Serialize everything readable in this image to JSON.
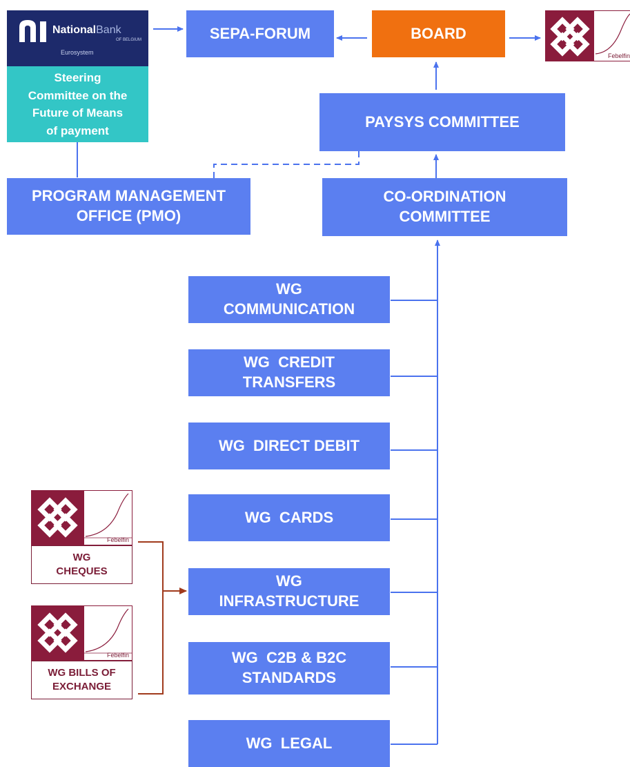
{
  "nbb": {
    "brand_bold": "National",
    "brand_light": "Bank",
    "of_belgium": "OF BELGIUM",
    "eurosystem": "Eurosystem",
    "steering_line1": "Steering",
    "steering_line2": "Committee on the",
    "steering_line3": "Future of Means",
    "steering_line4": "of payment"
  },
  "boxes": {
    "sepa_forum": "SEPA-FORUM",
    "board": "BOARD",
    "paysys": "PAYSYS COMMITTEE",
    "pmo_line1": "PROGRAM MANAGEMENT",
    "pmo_line2": "OFFICE (PMO)",
    "coord_line1": "CO-ORDINATION",
    "coord_line2": "COMMITTEE"
  },
  "working_groups": {
    "communication_line1": "WG",
    "communication_line2": "COMMUNICATION",
    "credit_line1": "WG  CREDIT",
    "credit_line2": "TRANSFERS",
    "direct_debit": "WG  DIRECT DEBIT",
    "cards": "WG  CARDS",
    "infra_line1": "WG",
    "infra_line2": "INFRASTRUCTURE",
    "c2b_line1": "WG  C2B & B2C",
    "c2b_line2": "STANDARDS",
    "legal": "WG  LEGAL"
  },
  "febelfin": {
    "name": "Febelfin",
    "cheques_line1": "WG",
    "cheques_line2": "CHEQUES",
    "bills_line1": "WG BILLS OF",
    "bills_line2": "EXCHANGE"
  },
  "colors": {
    "box_blue": "#5b7ff0",
    "board_orange": "#f07010",
    "nbb_navy": "#1d2a6b",
    "steering_teal": "#33c6c6",
    "febelfin_maroon": "#8a1c3c"
  }
}
